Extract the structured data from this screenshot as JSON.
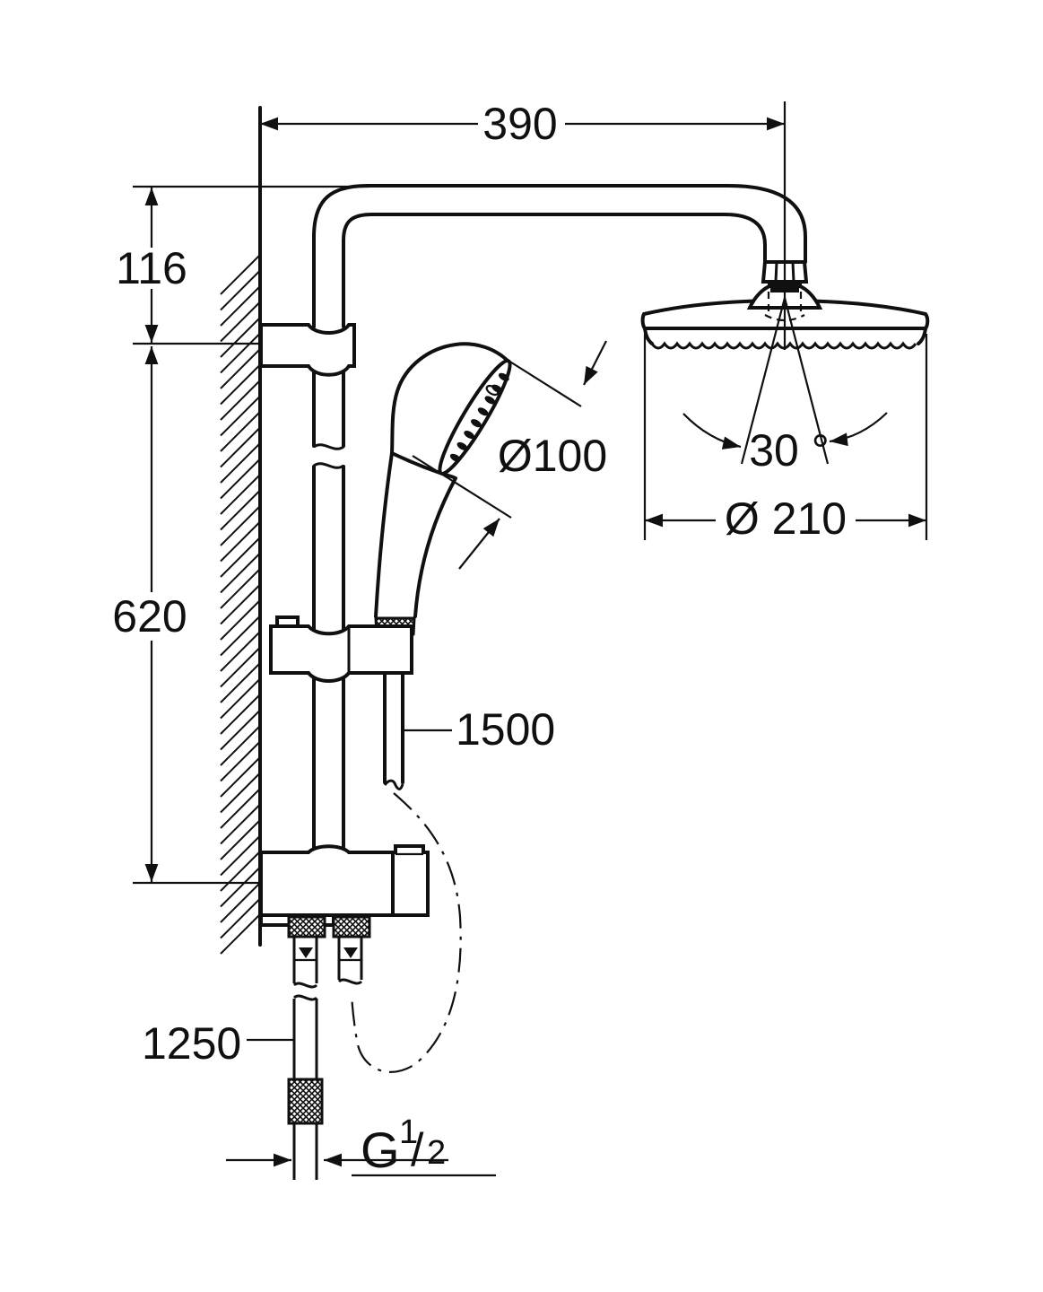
{
  "drawing": {
    "dimensions": {
      "top_width": "390",
      "top_offset": "116",
      "rail_height": "620",
      "hand_shower_diameter": "Ø100",
      "head_swivel_angle": "30 °",
      "head_shower_diameter": "Ø 210",
      "shower_hose_length": "1500",
      "supply_hose_length": "1250"
    },
    "thread": {
      "prefix": "G",
      "numerator": "1",
      "slash": "/",
      "denominator": "2"
    }
  }
}
